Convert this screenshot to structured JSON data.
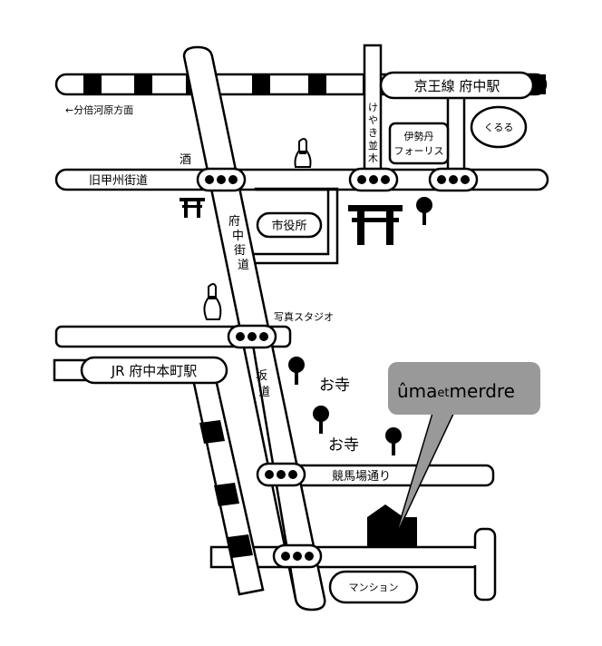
{
  "stations": {
    "keio": "京王線 府中駅",
    "jr": "JR 府中本町駅"
  },
  "directions": {
    "bubaigawara": "←分倍河原方面"
  },
  "roads": {
    "kyukoshu": "旧甲州街道",
    "fuchu_kaido": [
      "府",
      "中",
      "街",
      "道"
    ],
    "saka": [
      "坂",
      "道"
    ],
    "keiba": "競馬場通り",
    "keyaki": [
      "け",
      "や",
      "き",
      "並",
      "木"
    ]
  },
  "places": {
    "sake": "酒",
    "shiyakusho": "市役所",
    "isetan": [
      "伊勢丹",
      "フォーリス"
    ],
    "kururu": "くるる",
    "photo": "写真スタジオ",
    "otera1": "お寺",
    "otera2": "お寺",
    "mansion": "マンション"
  },
  "callout": {
    "name": "ûma et merdre",
    "name_main": "ûma",
    "name_et": "et",
    "name_end": "merdre",
    "fill": "#999999"
  }
}
